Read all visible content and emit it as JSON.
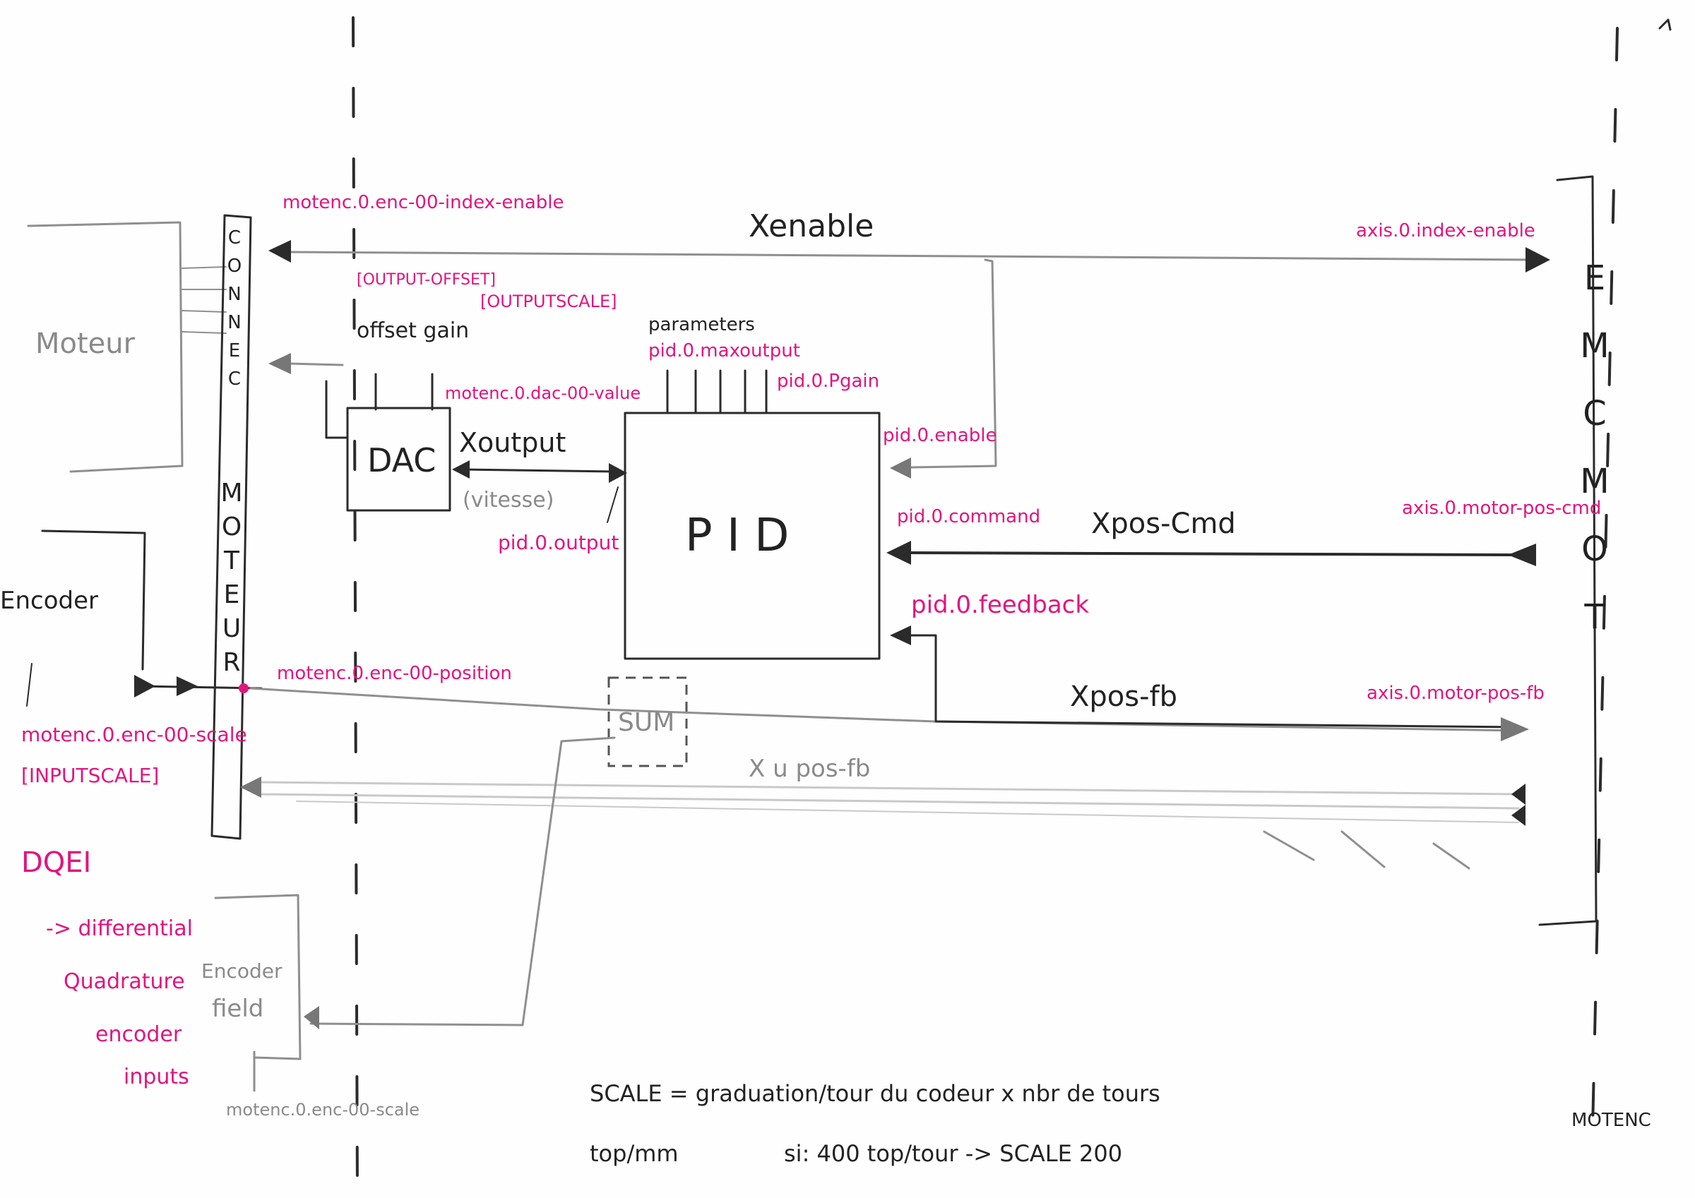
{
  "colors": {
    "pen": "#2b2b2b",
    "pencil": "#8f8f8f",
    "highlight": "#e0157f",
    "paper": "#fefefe"
  },
  "blocks": {
    "moteur": "Moteur",
    "encoder": "Encoder",
    "connecteur": [
      "C",
      "O",
      "N",
      "N",
      "E",
      "C",
      "T",
      "E",
      "U",
      "R"
    ],
    "moteur_vertical": [
      "M",
      "O",
      "T",
      "E",
      "U",
      "R"
    ],
    "dac": "DAC",
    "pid": "P I D",
    "sum": "SUM",
    "encoder_field": [
      "Encoder",
      "field"
    ],
    "emc_col": [
      "E",
      "M",
      "C",
      "M",
      "O",
      "T"
    ]
  },
  "signals": {
    "x_enable": "Xenable",
    "x_output": "Xoutput",
    "vitesse": "(vitesse)",
    "x_pos_cmd": "Xpos-Cmd",
    "x_pos_fb": "Xpos-fb",
    "x_u_pos_fb": "X u pos-fb"
  },
  "pins": {
    "index_enable": "motenc.0.enc-00-index-enable",
    "output_offset": "[OUTPUT-OFFSET]",
    "output_scale": "[OUTPUTSCALE]",
    "offset_gain": "offset gain",
    "dac_value": "motenc.0.dac-00-value",
    "parameters": "parameters",
    "pid_maxoutput": "pid.0.maxoutput",
    "pid_pgain": "pid.0.Pgain",
    "pid_enable": "pid.0.enable",
    "pid_output": "pid.0.output",
    "pid_command": "pid.0.command",
    "pid_feedback": "pid.0.feedback",
    "enc_position": "motenc.0.enc-00-position",
    "enc_scale": "motenc.0.enc-00-scale",
    "input_scale": "[INPUTSCALE]",
    "axis_index_enable": "axis.0.index-enable",
    "axis_motor_pos_cmd": "axis.0.motor-pos-cmd",
    "axis_motor_pos_fb": "axis.0.motor-pos-fb",
    "enc_scale_bottom": "motenc.0.enc-00-scale"
  },
  "notes": {
    "dqei": "DQEI",
    "dqei_desc": [
      "-> differential",
      "Quadrature",
      "encoder",
      "inputs"
    ],
    "scale_formula": "SCALE = graduation/tour du codeur x nbr de tours",
    "scale_unit": "top/mm",
    "scale_example": "si: 400 top/tour -> SCALE 200",
    "motenc_label": "MOTENC"
  }
}
